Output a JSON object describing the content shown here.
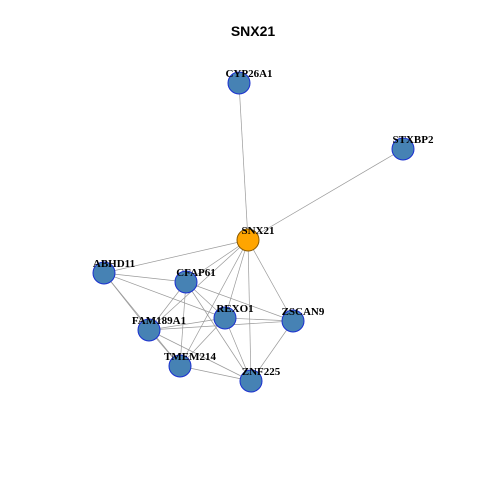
{
  "title": "SNX21",
  "colors": {
    "center_fill": "#FFA500",
    "center_stroke": "#8B5A00",
    "node_fill": "#4682B4",
    "node_stroke": "#1a2fd0",
    "edge": "#9a9a9a",
    "label": "#000000"
  },
  "nodes": [
    {
      "id": "SNX21",
      "label": "SNX21",
      "center": true
    },
    {
      "id": "CYP26A1",
      "label": "CYP26A1",
      "center": false
    },
    {
      "id": "STXBP2",
      "label": "STXBP2",
      "center": false
    },
    {
      "id": "ABHD11",
      "label": "ABHD11",
      "center": false
    },
    {
      "id": "CFAP61",
      "label": "CFAP61",
      "center": false
    },
    {
      "id": "REXO1",
      "label": "REXO1",
      "center": false
    },
    {
      "id": "ZSCAN9",
      "label": "ZSCAN9",
      "center": false
    },
    {
      "id": "FAM189A1",
      "label": "FAM189A1",
      "center": false
    },
    {
      "id": "TMEM214",
      "label": "TMEM214",
      "center": false
    },
    {
      "id": "ZNF225",
      "label": "ZNF225",
      "center": false
    }
  ],
  "edges": [
    [
      "SNX21",
      "CYP26A1"
    ],
    [
      "SNX21",
      "STXBP2"
    ],
    [
      "SNX21",
      "ABHD11"
    ],
    [
      "SNX21",
      "CFAP61"
    ],
    [
      "SNX21",
      "REXO1"
    ],
    [
      "SNX21",
      "ZSCAN9"
    ],
    [
      "SNX21",
      "FAM189A1"
    ],
    [
      "SNX21",
      "TMEM214"
    ],
    [
      "SNX21",
      "ZNF225"
    ],
    [
      "ABHD11",
      "CFAP61"
    ],
    [
      "ABHD11",
      "REXO1"
    ],
    [
      "ABHD11",
      "FAM189A1"
    ],
    [
      "ABHD11",
      "TMEM214"
    ],
    [
      "CFAP61",
      "REXO1"
    ],
    [
      "CFAP61",
      "ZSCAN9"
    ],
    [
      "CFAP61",
      "FAM189A1"
    ],
    [
      "CFAP61",
      "TMEM214"
    ],
    [
      "CFAP61",
      "ZNF225"
    ],
    [
      "REXO1",
      "ZSCAN9"
    ],
    [
      "REXO1",
      "FAM189A1"
    ],
    [
      "REXO1",
      "TMEM214"
    ],
    [
      "REXO1",
      "ZNF225"
    ],
    [
      "ZSCAN9",
      "FAM189A1"
    ],
    [
      "ZSCAN9",
      "ZNF225"
    ],
    [
      "FAM189A1",
      "TMEM214"
    ],
    [
      "FAM189A1",
      "ZNF225"
    ],
    [
      "TMEM214",
      "ZNF225"
    ]
  ]
}
